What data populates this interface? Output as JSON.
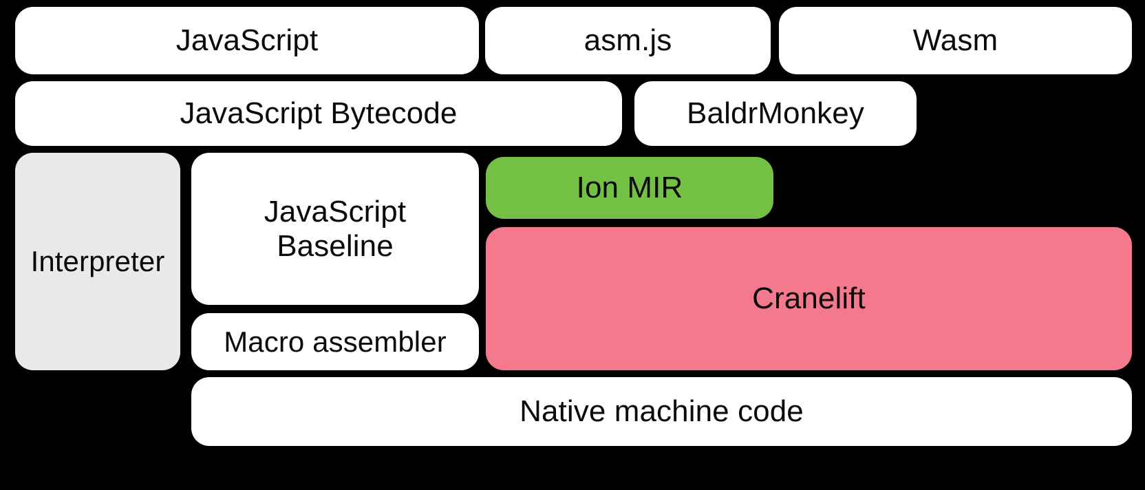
{
  "diagram": {
    "title": "SpiderMonkey JavaScript and WebAssembly compilation pipeline",
    "background_color": "#000000",
    "palette": {
      "white": "#ffffff",
      "gray": "#e9e9e9",
      "green": "#74c044",
      "pink": "#f4798c",
      "text": "#0a0a0a"
    },
    "rows": [
      {
        "name": "source-languages",
        "nodes": [
          "javascript",
          "asm-js",
          "wasm"
        ]
      },
      {
        "name": "front-end-ir",
        "nodes": [
          "javascript-bytecode",
          "baldrmonkey"
        ]
      },
      {
        "name": "execution-tiers",
        "nodes": [
          "interpreter",
          "javascript-baseline",
          "macro-assembler",
          "ion-mir",
          "cranelift"
        ]
      },
      {
        "name": "output",
        "nodes": [
          "native-machine-code"
        ]
      }
    ],
    "nodes": {
      "javascript": {
        "label": "JavaScript",
        "fill": "#ffffff"
      },
      "asm_js": {
        "label": "asm.js",
        "fill": "#ffffff"
      },
      "wasm": {
        "label": "Wasm",
        "fill": "#ffffff"
      },
      "javascript_bytecode": {
        "label": "JavaScript Bytecode",
        "fill": "#ffffff"
      },
      "baldrmonkey": {
        "label": "BaldrMonkey",
        "fill": "#ffffff"
      },
      "interpreter": {
        "label": "Interpreter",
        "fill": "#e9e9e9"
      },
      "javascript_baseline": {
        "label": "JavaScript\nBaseline",
        "fill": "#ffffff"
      },
      "macro_assembler": {
        "label": "Macro assembler",
        "fill": "#ffffff"
      },
      "ion_mir": {
        "label": "Ion MIR",
        "fill": "#74c044"
      },
      "cranelift": {
        "label": "Cranelift",
        "fill": "#f4798c"
      },
      "native_machine_code": {
        "label": "Native machine code",
        "fill": "#ffffff"
      }
    }
  }
}
